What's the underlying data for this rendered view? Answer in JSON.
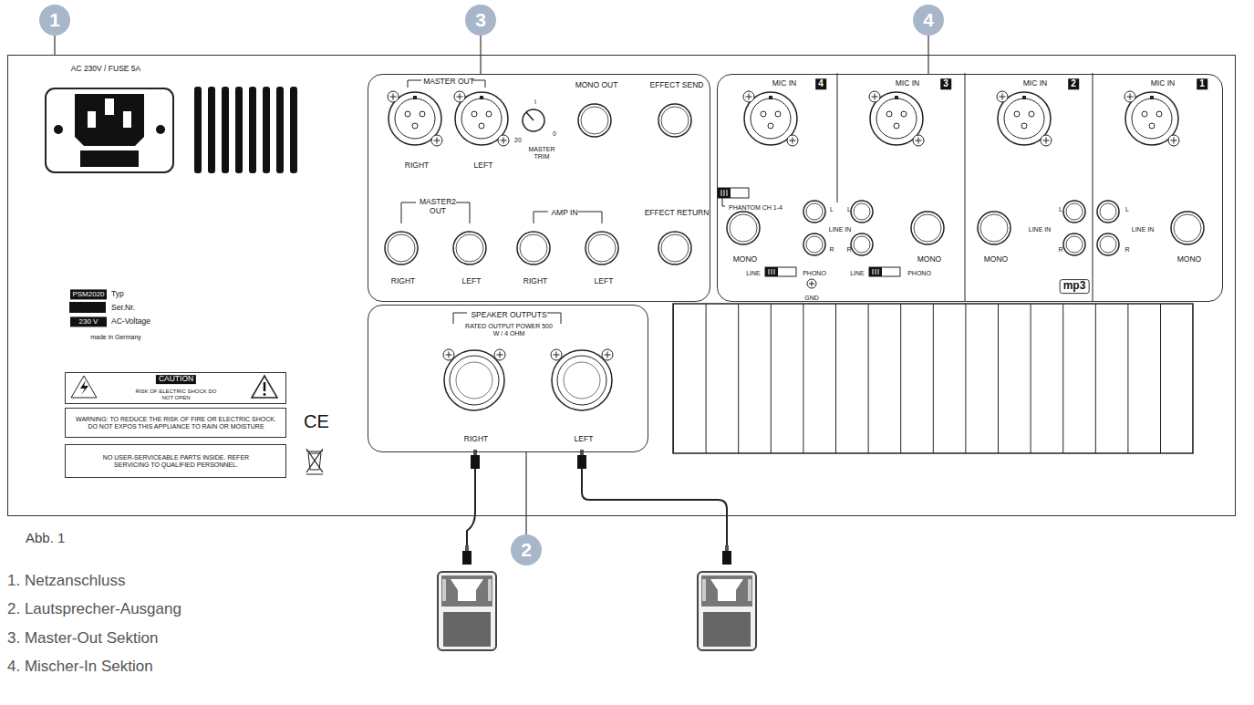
{
  "diagram": {
    "nodes": [
      {
        "text": [
          "1"
        ]
      },
      {
        "text": [
          "3"
        ]
      },
      {
        "text": [
          "4"
        ]
      },
      {
        "text": [
          "AC 230V / FUSE 5A"
        ]
      },
      {
        "text": [
          "MASTER OUT",
          "RIGHT",
          "LEFT",
          "I",
          "20",
          "0",
          "MASTER TRIM",
          "MONO OUT",
          "EFFECT SEND",
          "MASTER2 OUT",
          "RIGHT",
          "LEFT",
          "AMP IN",
          "RIGHT",
          "LEFT",
          "EFFECT RETURN"
        ],
        "in": 3
      },
      {
        "text": [
          "LINE IN",
          "GND"
        ],
        "in": 3
      },
      {
        "text": [
          "MIC IN",
          "4",
          "PHANTOM CH 1-4",
          "MONO",
          "L",
          "R",
          "LINE",
          "PHONO"
        ],
        "in": 5
      },
      {
        "text": [
          "MIC IN",
          "3",
          "L",
          "R",
          "MONO",
          "LINE",
          "PHONO"
        ],
        "in": 5
      },
      {
        "text": [
          "MIC IN",
          "2",
          "MONO",
          "LINE IN",
          "L",
          "R",
          "mp3"
        ],
        "in": 5
      },
      {
        "text": [
          "MIC IN",
          "1",
          "L",
          "R",
          "LINE IN",
          "MONO"
        ],
        "in": 5
      },
      {
        "text": [
          "PSM2020",
          "Typ",
          "Ser.Nr.",
          "230 V",
          "AC-Voltage",
          "made in Germany"
        ],
        "in": 3
      },
      {
        "text": [
          "SPEAKER OUTPUTS",
          "RATED OUTPUT POWER 500 W / 4 OHM",
          "RIGHT",
          "LEFT"
        ],
        "in": 3
      },
      {
        "text": [
          "CAUTION",
          "RISK OF ELECTRIC SHOCK DO NOT OPEN"
        ],
        "in": 3
      },
      {
        "text": [
          "WARNING: TO REDUCE THE RISK OF FIRE OR ELECTRIC SHOCK. DO NOT EXPOS THIS APPLIANCE TO RAIN OR MOISTURE"
        ],
        "in": 3
      },
      {
        "text": [
          "NO USER-SERVICEABLE PARTS INSIDE. REFER SERVICING TO QUALIFIED PERSONNEL."
        ],
        "in": 3
      },
      {
        "text": [
          "2"
        ]
      }
    ],
    "edges": [
      {
        "from": 0,
        "to": 3,
        "arrow": "none"
      },
      {
        "from": 1,
        "to": 4,
        "arrow": "none"
      },
      {
        "from": 2,
        "to": 5,
        "arrow": "none"
      },
      {
        "from": 15,
        "to": 11,
        "arrow": "none"
      }
    ],
    "labels": [
      "CE",
      "Abb. 1",
      "1. Netzanschluss",
      "2. Lautsprecher-Ausgang",
      "3. Master-Out Sektion",
      "4. Mischer-In Sektion"
    ]
  }
}
